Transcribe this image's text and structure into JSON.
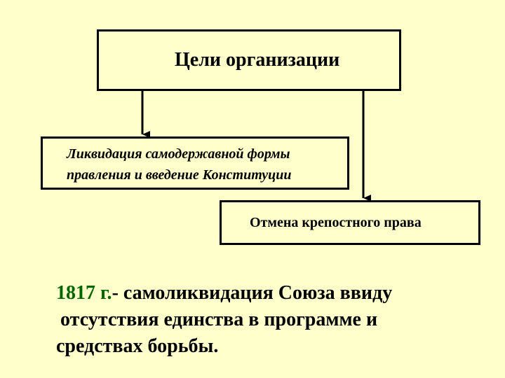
{
  "diagram": {
    "goal_title": "Цели организации",
    "box_1_line_1": "Ликвидация самодержавной формы",
    "box_1_line_2": "правления и введение Конституции",
    "box_2_label": "Отмена крепостного права"
  },
  "note": {
    "year": "1817 г.",
    "line_1_rest": "- самоликвидация Союза ввиду",
    "line_2": "отсутствия единства в программе и",
    "line_3": "средствах борьбы."
  },
  "colors": {
    "background": "#ffffcc",
    "year_color": "#006600",
    "border": "#000000"
  }
}
